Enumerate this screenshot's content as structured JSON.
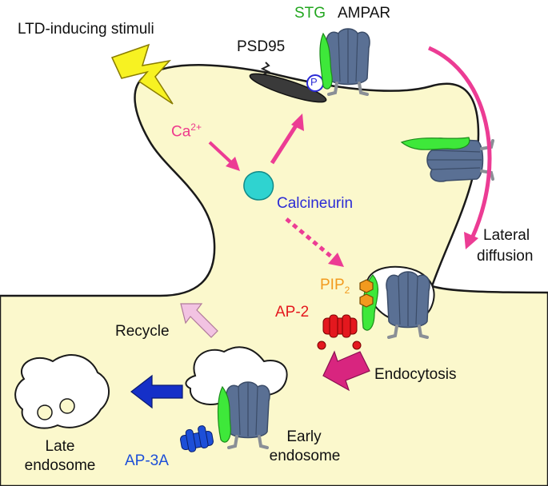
{
  "labels": {
    "stimuli": "LTD-inducing stimuli",
    "stg": "STG",
    "ampar": "AMPAR",
    "psd95": "PSD95",
    "phospho": "P",
    "ca": "Ca",
    "ca_sup": "2+",
    "calcineurin": "Calcineurin",
    "lateral_1": "Lateral",
    "lateral_2": "diffusion",
    "pip": "PIP",
    "pip_sub": "2",
    "ap2": "AP-2",
    "recycle": "Recycle",
    "endocytosis": "Endocytosis",
    "late_1": "Late",
    "late_2": "endosome",
    "early_1": "Early",
    "early_2": "endosome",
    "ap3a": "AP-3A"
  },
  "colors": {
    "cytoplasm": "#fbf8cc",
    "membrane": "#1a1a1a",
    "stg": "#3ee83a",
    "ampar": "#5a7094",
    "calcium": "#ee3a8c",
    "arrow_magenta": "#ec3c94",
    "calcineurin_text": "#2b2bd6",
    "calcineurin_shape": "#2fd3d0",
    "pip": "#f29a1e",
    "ap2": "#e4181e",
    "ap3a": "#1d4fd8",
    "recycle_arrow": "#f2c3e2",
    "endocytosis_arrow": "#d8257f",
    "export_arrow": "#1530c8",
    "lightning": "#f7f222"
  },
  "icons": [
    "lightning-icon",
    "ampar-icon",
    "stg-icon",
    "psd95-icon",
    "calcineurin-icon",
    "pip2-icon",
    "ap2-icon",
    "ap3a-icon",
    "vesicle-icon"
  ]
}
